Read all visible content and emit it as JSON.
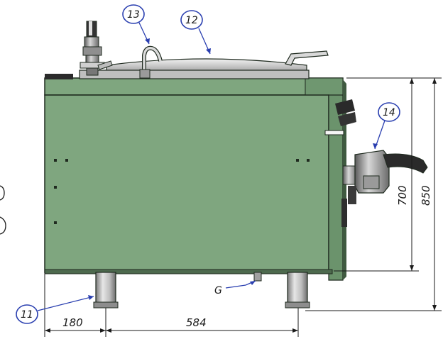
{
  "drawing": {
    "callouts": {
      "c11": "11",
      "c12": "12",
      "c13": "13",
      "c14": "14",
      "cG": "G"
    },
    "dimensions": {
      "d180": "180",
      "d584": "584",
      "d700": "700",
      "d850": "850"
    },
    "colors": {
      "body": "#7fa67f",
      "body_dark": "#5e8660",
      "outline": "#1f2a1f",
      "metal": "#c9c9c9",
      "metal_dark": "#8a8a8a",
      "callout_ring": "#2a3fb0",
      "leader": "#2a3fb0"
    }
  }
}
